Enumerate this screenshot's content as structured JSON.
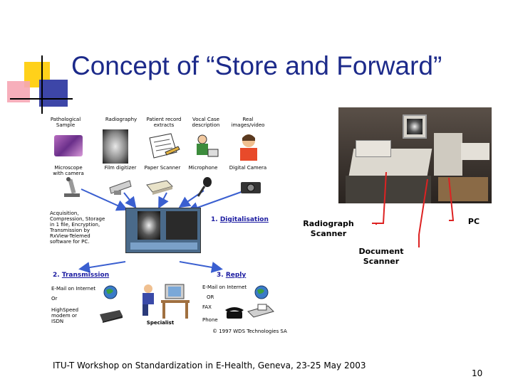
{
  "slide": {
    "title": "Concept of “Store and Forward”",
    "footer": "ITU-T Workshop on Standardization in E-Health, Geneva, 23-25 May 2003",
    "page_number": "10"
  },
  "diagram": {
    "top_labels": [
      "Pathological Sample",
      "Radiography",
      "Patient record extracts",
      "Vocal Case description",
      "Real images/video"
    ],
    "device_labels": [
      "Microscope with camera",
      "Film digitizer",
      "Paper Scanner",
      "Microphone",
      "Digital Camera"
    ],
    "acquisition_text": "Acquisition, Compression, Storage in 1 file, Encryption, Transmission by RxView-Telemed software for PC.",
    "step1_num": "1.",
    "step1_label": "Digitalisation",
    "step2_num": "2.",
    "step2_label": "Transmission",
    "step3_num": "3.",
    "step3_label": "Reply",
    "left_options": [
      "E-Mail on Internet",
      "Or",
      "HighSpeed modem or ISDN"
    ],
    "right_options": [
      "E-Mail on Internet",
      "OR",
      "FAX",
      "Phone"
    ],
    "specialist_label": "Specialist",
    "copyright": "© 1997 WDS Technologies SA"
  },
  "photo": {
    "labels": {
      "radiograph_scanner": "Radiograph Scanner",
      "pc": "PC",
      "document_scanner": "Document Scanner"
    }
  },
  "colors": {
    "title": "#1c2a8a",
    "step_heading": "#1a1aa0",
    "pointer_lines": "#dd2222",
    "logo_yellow": "#ffd11a",
    "logo_blue": "#3d46a8",
    "logo_pink": "#f6a6b4"
  }
}
